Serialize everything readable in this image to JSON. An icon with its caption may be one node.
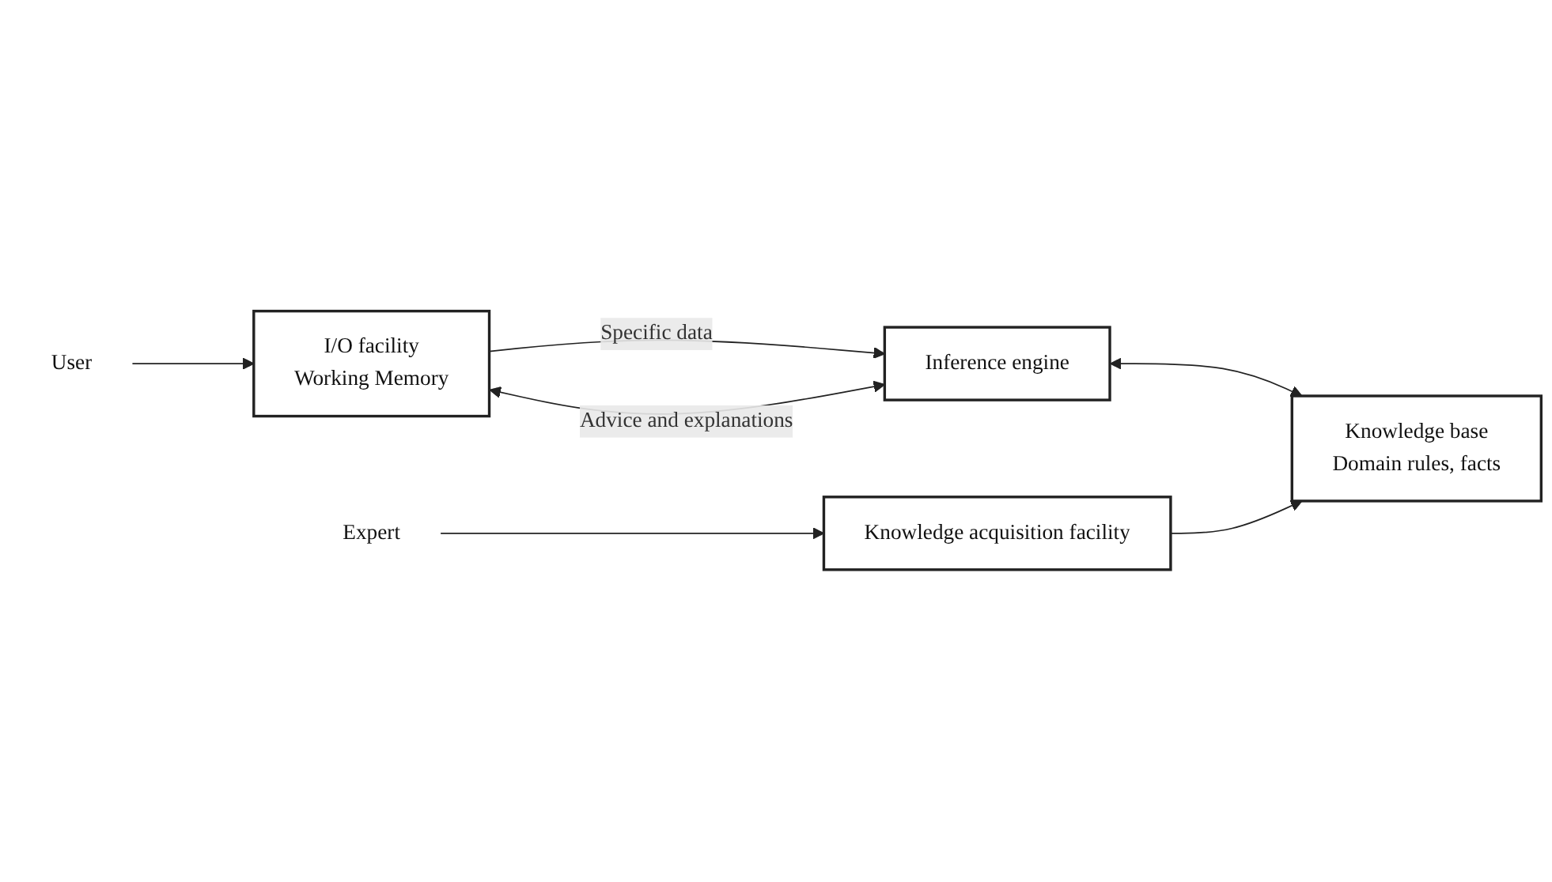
{
  "diagram": {
    "nodes": [
      {
        "text": [
          "User"
        ]
      },
      {
        "text": [
          "I/O facility",
          "Working Memory"
        ]
      },
      {
        "text": [
          "Inference engine"
        ]
      },
      {
        "text": [
          "Expert"
        ]
      },
      {
        "text": [
          "Knowledge acquisition facility"
        ]
      },
      {
        "text": [
          "Knowledge base",
          "Domain rules, facts"
        ]
      }
    ],
    "edges": [
      {
        "from": 0,
        "to": 1,
        "arrow": "to"
      },
      {
        "from": 1,
        "to": 2,
        "arrow": "to",
        "label": "Specific data"
      },
      {
        "from": 1,
        "to": 2,
        "arrow": "both",
        "label": "Advice and explanations"
      },
      {
        "from": 2,
        "to": 5,
        "arrow": "both"
      },
      {
        "from": 3,
        "to": 4,
        "arrow": "to"
      },
      {
        "from": 4,
        "to": 5,
        "arrow": "to"
      }
    ]
  }
}
